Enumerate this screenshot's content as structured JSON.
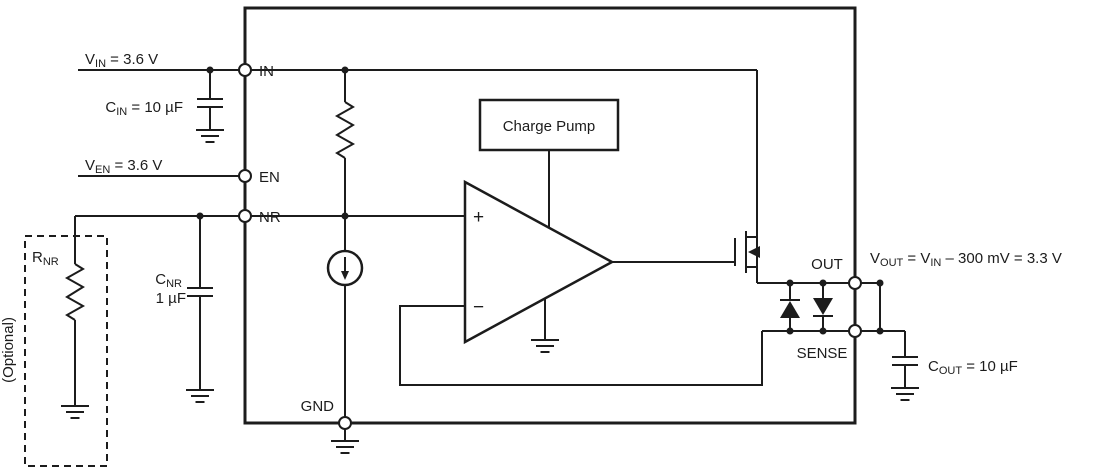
{
  "labels": {
    "vin": {
      "sym": "V",
      "sub": "IN",
      "eq": " = 3.6 V"
    },
    "cin": {
      "sym": "C",
      "sub": "IN",
      "eq": " = 10 µF"
    },
    "ven": {
      "sym": "V",
      "sub": "EN",
      "eq": " = 3.6 V"
    },
    "rnr": {
      "sym": "R",
      "sub": "NR",
      "note": "(Optional)"
    },
    "cnr": {
      "sym": "C",
      "sub": "NR",
      "value": "1 µF"
    },
    "vout": {
      "sym": "V",
      "sub": "OUT",
      "eq": " = V",
      "sub2": "IN",
      "eq2": " – 300 mV = 3.3 V"
    },
    "cout": {
      "sym": "C",
      "sub": "OUT",
      "eq": " = 10 µF"
    }
  },
  "pins": {
    "in": "IN",
    "en": "EN",
    "nr": "NR",
    "gnd": "GND",
    "out": "OUT",
    "sense": "SENSE"
  },
  "blocks": {
    "charge_pump": "Charge Pump"
  },
  "opamp": {
    "plus": "+",
    "minus": "−"
  },
  "colors": {
    "line": "#1c1c1c",
    "background": "#ffffff"
  }
}
